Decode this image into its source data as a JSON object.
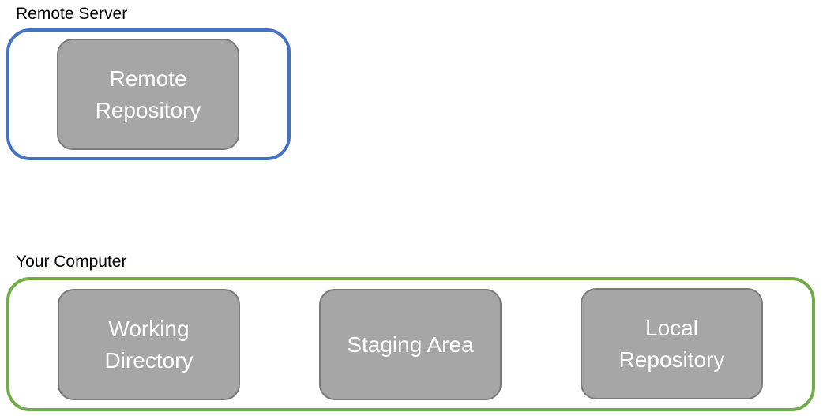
{
  "groups": {
    "remote": {
      "label": "Remote Server",
      "border_color": "#4472c4",
      "nodes": [
        {
          "label": "Remote\nRepository"
        }
      ]
    },
    "local": {
      "label": "Your Computer",
      "border_color": "#70ad47",
      "nodes": [
        {
          "label": "Working\nDirectory"
        },
        {
          "label": "Staging Area"
        },
        {
          "label": "Local\nRepository"
        }
      ]
    }
  },
  "node_style": {
    "fill": "#a6a6a6",
    "border": "#7a7a7a",
    "text_color": "#ffffff"
  }
}
